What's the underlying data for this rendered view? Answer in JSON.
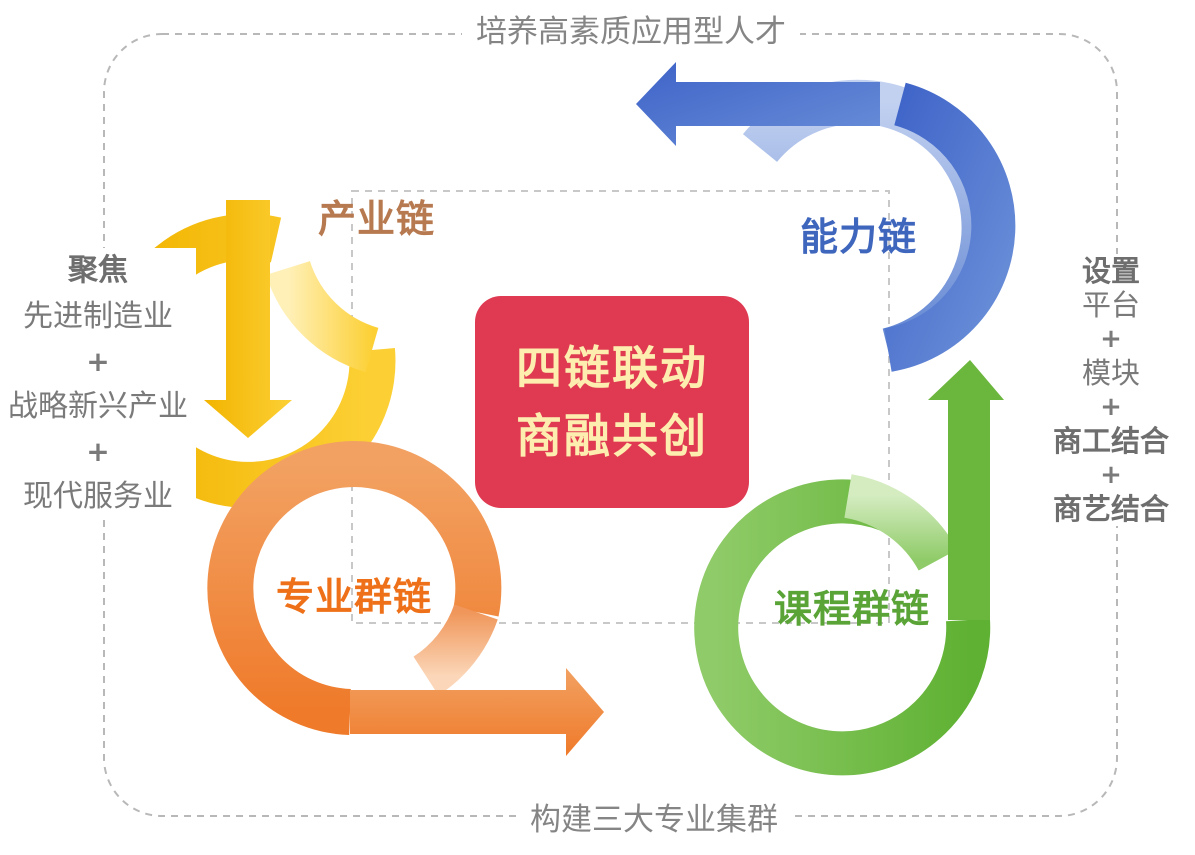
{
  "diagram": {
    "top_caption": "培养高素质应用型人才",
    "bottom_caption": "构建三大专业集群",
    "center": {
      "line1": "四链联动",
      "line2": "商融共创"
    },
    "chains": {
      "industry": "产业链",
      "ability": "能力链",
      "major": "专业群链",
      "course": "课程群链"
    },
    "left_panel": {
      "heading": "聚焦",
      "item1": "先进制造业",
      "plus1": "+",
      "item2": "战略新兴产业",
      "plus2": "+",
      "item3": "现代服务业"
    },
    "right_panel": {
      "heading": "设置",
      "item1": "平台",
      "plus1": "+",
      "item2": "模块",
      "plus2": "+",
      "item3": "商工结合",
      "plus3": "+",
      "item4": "商艺结合"
    },
    "colors": {
      "industry": "#f7c21e",
      "ability": "#4a72cc",
      "major": "#ef8636",
      "course": "#72b844",
      "center_bg": "#e03a52",
      "center_text": "#fdeeb0",
      "frame": "#b8b8b8"
    }
  }
}
